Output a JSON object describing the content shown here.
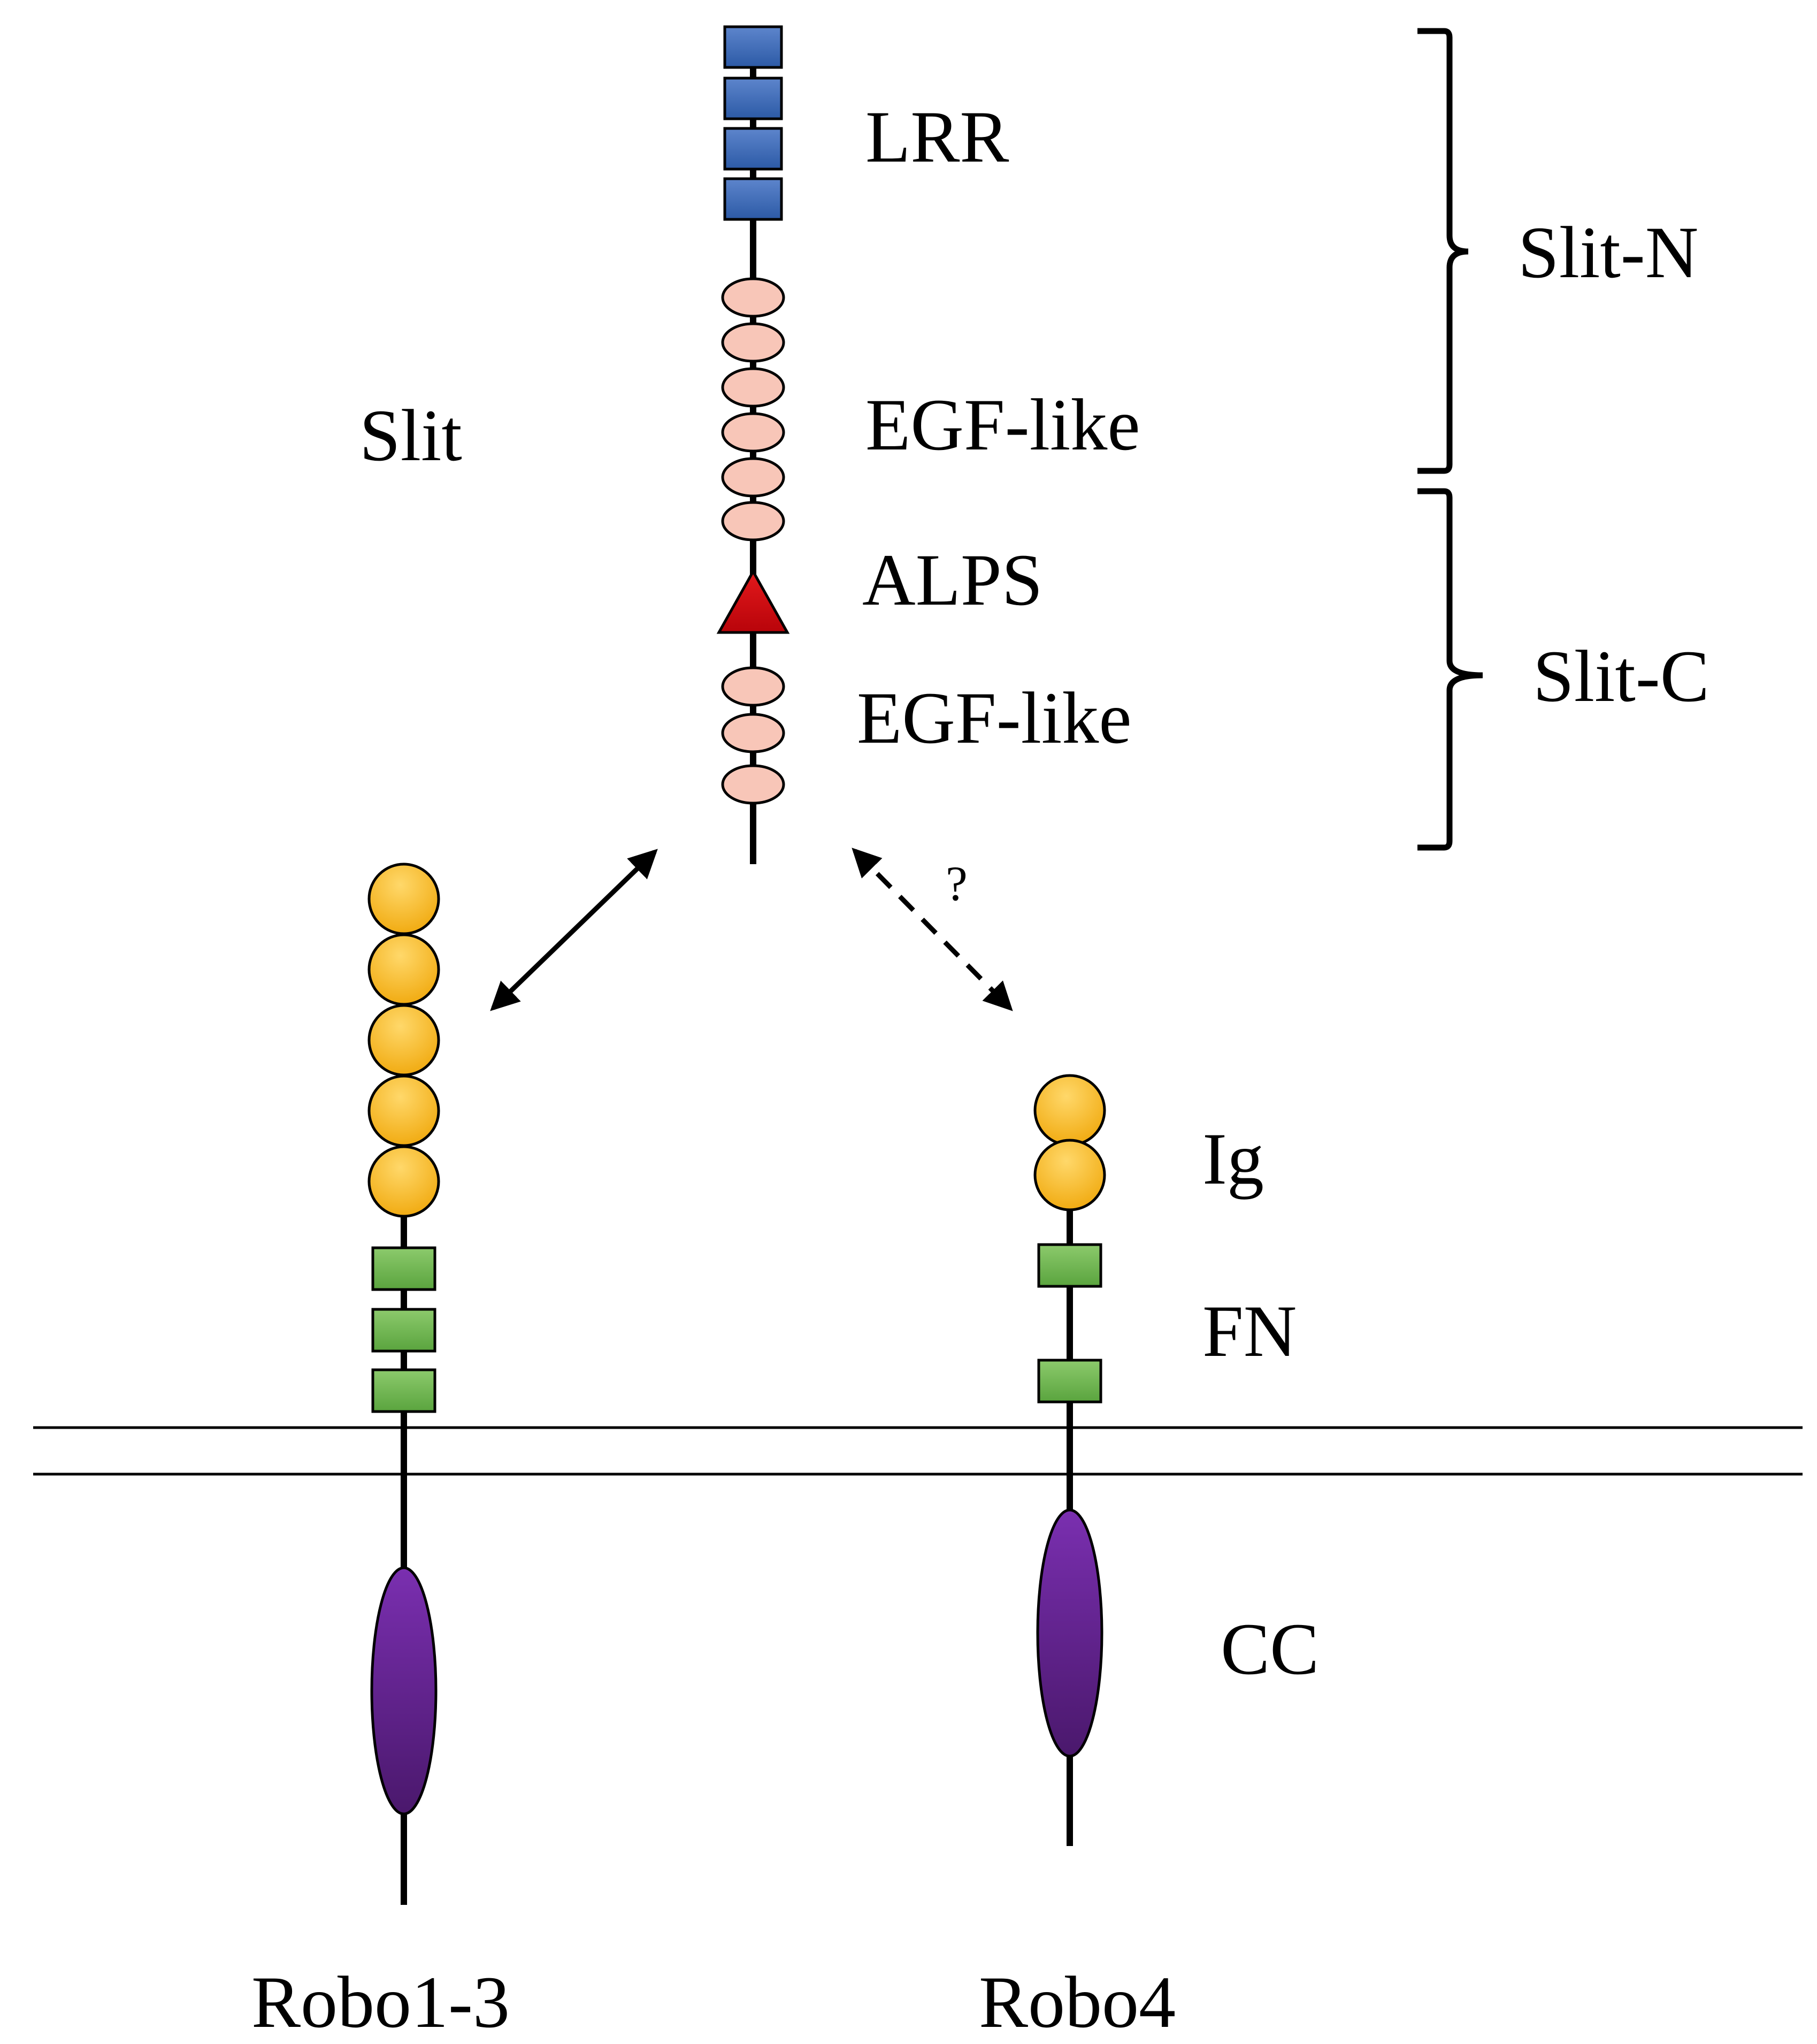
{
  "labels": {
    "slit": "Slit",
    "lrr": "LRR",
    "egf_like_upper": "EGF-like",
    "alps": "ALPS",
    "egf_like_lower": "EGF-like",
    "slit_n": "Slit-N",
    "slit_c": "Slit-C",
    "question": "?",
    "ig": "Ig",
    "fn": "FN",
    "cc": "CC",
    "robo1_3": "Robo1-3",
    "robo4": "Robo4"
  },
  "domain_counts": {
    "slit_lrr": 4,
    "slit_egf_upper": 6,
    "slit_alps": 1,
    "slit_egf_lower": 3,
    "robo1_3_ig": 5,
    "robo1_3_fn": 3,
    "robo1_3_cc": 1,
    "robo4_ig": 2,
    "robo4_fn": 2,
    "robo4_cc": 1
  },
  "interactions": [
    {
      "from": "Slit",
      "to": "Robo1-3",
      "style": "solid",
      "bidirectional": true
    },
    {
      "from": "Slit",
      "to": "Robo4",
      "style": "dashed",
      "bidirectional": true,
      "label": "?"
    }
  ],
  "colors": {
    "lrr": "#3d68b4",
    "egf": "#f8c6b8",
    "alps": "#d3050b",
    "ig": "#f6b41a",
    "fn": "#6cb24c",
    "cc": "#5b1f83",
    "line": "#000000",
    "background": "#ffffff"
  }
}
